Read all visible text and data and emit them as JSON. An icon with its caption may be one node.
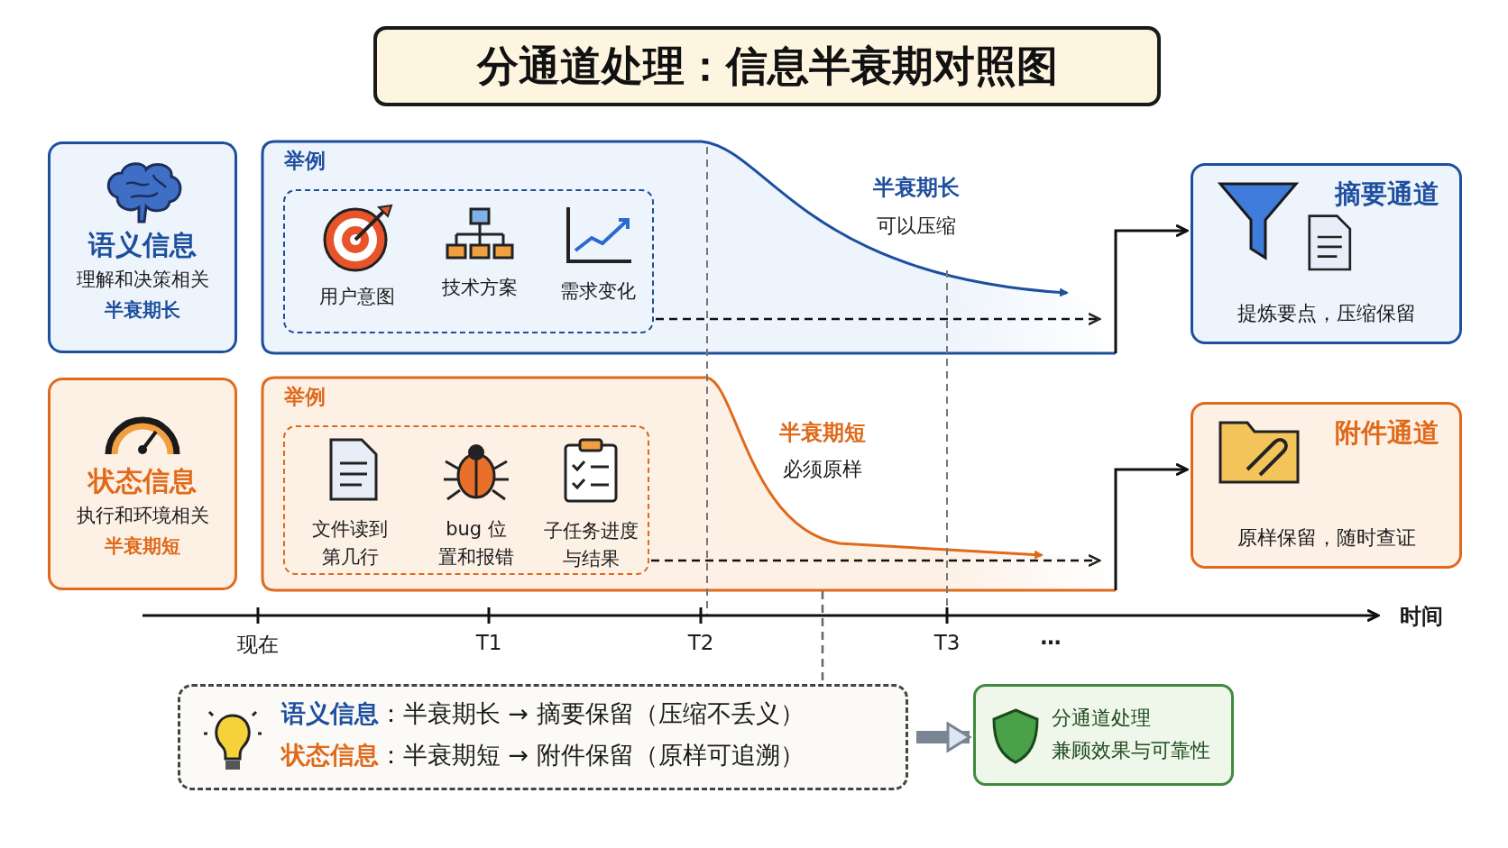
{
  "diagram": {
    "title": "分通道处理：信息半衰期对照图",
    "nodes": [
      {
        "text": [
          "语义信息",
          "理解和决策相关",
          "半衰期长"
        ]
      },
      {
        "text": [
          "举例"
        ]
      },
      {
        "text": [],
        "shape": "box",
        "in": 1
      },
      {
        "text": [
          "用户意图"
        ],
        "in": 2
      },
      {
        "text": [
          "技术方案"
        ],
        "in": 2
      },
      {
        "text": [
          "需求变化"
        ],
        "in": 2
      },
      {
        "text": [
          "摘要通道",
          "提炼要点，压缩保留"
        ]
      },
      {
        "text": [
          "状态信息",
          "执行和环境相关",
          "半衰期短"
        ]
      },
      {
        "text": [
          "举例"
        ]
      },
      {
        "text": [],
        "shape": "box",
        "in": 8
      },
      {
        "text": [
          "文件读到第几行"
        ],
        "in": 9
      },
      {
        "text": [
          "bug 位置和报错"
        ],
        "in": 9
      },
      {
        "text": [
          "子任务进度与结果"
        ],
        "in": 9
      },
      {
        "text": [
          "附件通道",
          "原样保留，随时查证"
        ]
      },
      {
        "text": [
          "语义信息",
          "：半衰期长 → 摘要保留（压缩不丢义）",
          "状态信息",
          "：半衰期短 → 附件保留（原样可追溯）"
        ]
      },
      {
        "text": [
          "分通道处理",
          "兼顾效果与可靠性"
        ]
      }
    ],
    "edges": [
      {
        "from": 1,
        "to": 6,
        "arrow": "to"
      },
      {
        "from": 2,
        "to": null,
        "arrow": "to",
        "style": "dashed"
      },
      {
        "from": 8,
        "to": 13,
        "arrow": "to"
      },
      {
        "from": 9,
        "to": null,
        "arrow": "to",
        "style": "dashed"
      },
      {
        "from": 8,
        "to": 14,
        "arrow": "none",
        "style": "dashed",
        "color": "#666666"
      },
      {
        "from": 14,
        "to": 15,
        "arrow": "to",
        "style": "thick",
        "color": "#7a8594"
      }
    ],
    "labels": [
      "半衰期长",
      "可以压缩",
      "半衰期短",
      "必须原样",
      "现在",
      "T1",
      "T2",
      "T3",
      "…",
      "时间"
    ]
  }
}
